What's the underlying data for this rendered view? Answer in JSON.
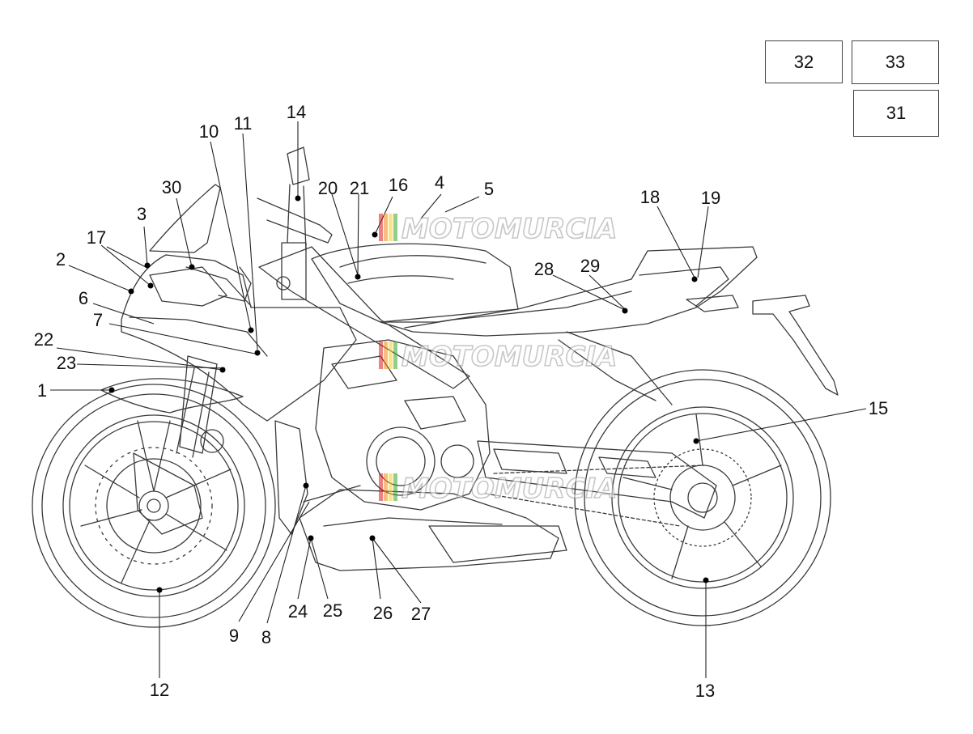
{
  "watermark": {
    "text": "MOTOMURCIA"
  },
  "ref_boxes": [
    {
      "id": "32"
    },
    {
      "id": "33"
    },
    {
      "id": "31"
    }
  ],
  "callouts": [
    {
      "id": "1"
    },
    {
      "id": "2"
    },
    {
      "id": "3"
    },
    {
      "id": "4"
    },
    {
      "id": "5"
    },
    {
      "id": "6"
    },
    {
      "id": "7"
    },
    {
      "id": "8"
    },
    {
      "id": "9"
    },
    {
      "id": "10"
    },
    {
      "id": "11"
    },
    {
      "id": "12"
    },
    {
      "id": "13"
    },
    {
      "id": "14"
    },
    {
      "id": "15"
    },
    {
      "id": "16"
    },
    {
      "id": "17"
    },
    {
      "id": "18"
    },
    {
      "id": "19"
    },
    {
      "id": "20"
    },
    {
      "id": "21"
    },
    {
      "id": "22"
    },
    {
      "id": "23"
    },
    {
      "id": "24"
    },
    {
      "id": "25"
    },
    {
      "id": "26"
    },
    {
      "id": "27"
    },
    {
      "id": "28"
    },
    {
      "id": "29"
    },
    {
      "id": "30"
    }
  ],
  "colors": {
    "line": "#3a3a3a",
    "leader": "#222222",
    "dot": "#000000",
    "wm_red": "#d8201c",
    "wm_orange": "#f08a1c",
    "wm_yellow": "#f6cf2a",
    "wm_green": "#3aa537",
    "wm_gray": "#9a9a9a"
  }
}
